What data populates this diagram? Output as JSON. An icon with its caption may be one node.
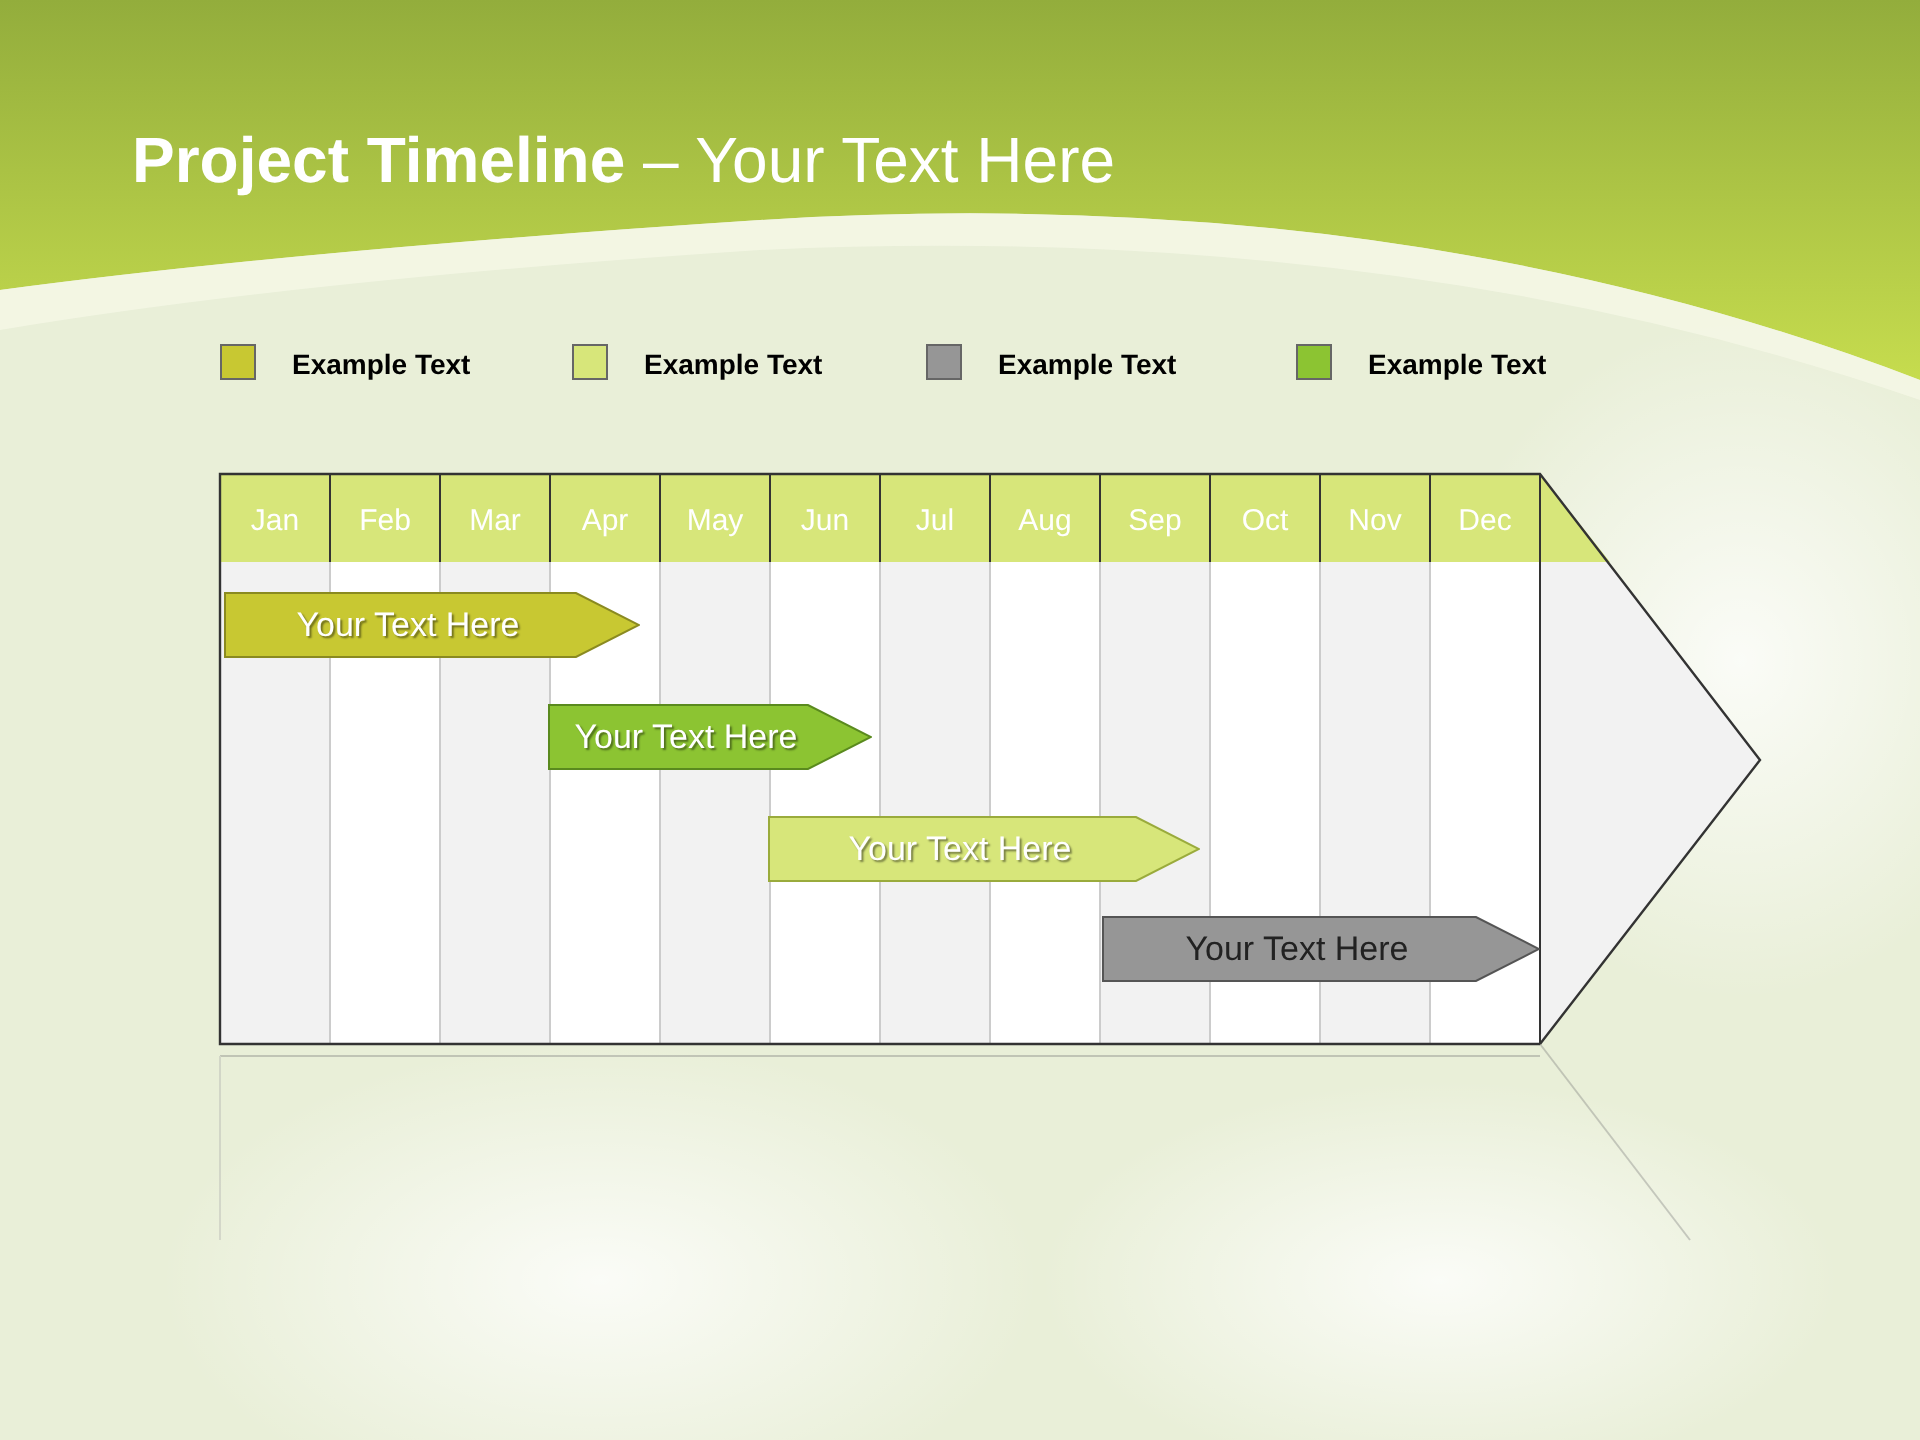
{
  "diagram": {
    "title": "**Project Timeline** – Your Text Here",
    "nodes": [
      {
        "text": [
          "Your Text Here"
        ]
      },
      {
        "text": [
          "Your Text Here"
        ]
      },
      {
        "text": [
          "Your Text Here"
        ]
      },
      {
        "text": [
          "Your Text Here"
        ]
      }
    ],
    "labels": [
      "Jan",
      "Feb",
      "Mar",
      "Apr",
      "May",
      "Jun",
      "Jul",
      "Aug",
      "Sep",
      "Oct",
      "Nov",
      "Dec"
    ],
    "legend": [
      {
        "text": "Example Text",
        "color": "#c8c832"
      },
      {
        "text": "Example Text",
        "color": "#d7e67a"
      },
      {
        "text": "Example Text",
        "color": "#969696"
      },
      {
        "text": "Example Text",
        "color": "#8cc432"
      }
    ]
  }
}
